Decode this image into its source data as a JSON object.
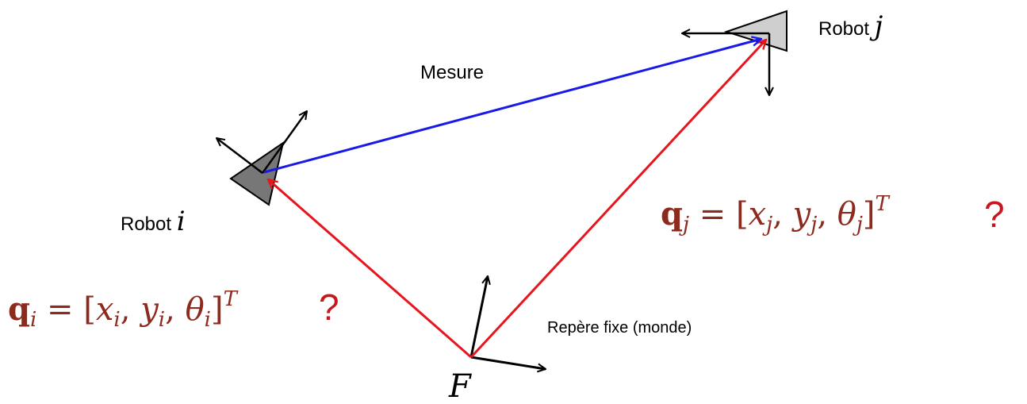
{
  "labels": {
    "mesure": "Mesure",
    "robot_i_prefix": "Robot ",
    "robot_i_symbol": "i",
    "robot_j_prefix": "Robot ",
    "robot_j_symbol": "j",
    "repere": "Repère fixe (monde)",
    "frame_symbol": "F"
  },
  "equations": {
    "qi": {
      "bold": "q",
      "sub": "i",
      "eq": " = [",
      "x": "x",
      "xs": "i",
      "c1": ", ",
      "y": "y",
      "ys": "i",
      "c2": ", ",
      "t": "θ",
      "ts": "i",
      "close": "]",
      "sup": "T",
      "question": "?"
    },
    "qj": {
      "bold": "q",
      "sub": "j",
      "eq": " = [",
      "x": "x",
      "xs": "j",
      "c1": ", ",
      "y": "y",
      "ys": "j",
      "c2": ", ",
      "t": "θ",
      "ts": "j",
      "close": "]",
      "sup": "T",
      "question": "?"
    }
  },
  "colors": {
    "pose_vectors": "#e8141e",
    "measure_vector": "#1a1ae6",
    "equation_text": "#8c2a1e",
    "question_mark": "#c8161e",
    "robot_i_fill": "#777777",
    "robot_j_fill": "#cfcfcf",
    "axes": "#000000"
  }
}
